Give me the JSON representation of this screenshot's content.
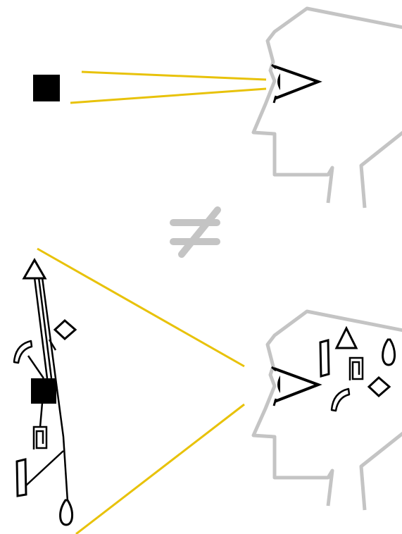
{
  "colors": {
    "sight_line": "#E8C20A",
    "head_outline": "#C4C4C4",
    "not_equal_sign": "#C4C4C4",
    "ink": "#000000",
    "background": "#FFFFFF"
  },
  "icons": {
    "top": [
      "black-square-object",
      "eye",
      "head-profile"
    ],
    "separator": [
      "not-equal-sign"
    ],
    "bottom": [
      "black-square-object",
      "triangle",
      "diamond",
      "crescent",
      "paperclip",
      "bar",
      "drop",
      "eye",
      "head-profile"
    ]
  }
}
